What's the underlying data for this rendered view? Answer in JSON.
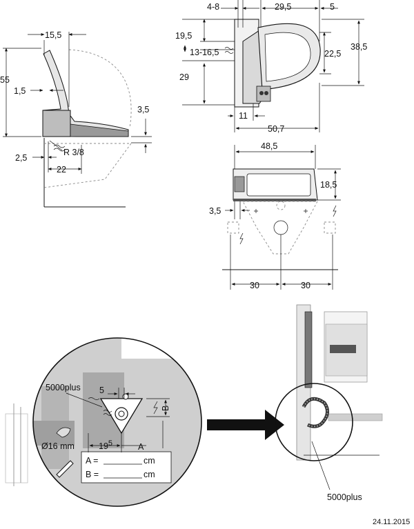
{
  "side_view": {
    "top_width": "15,5",
    "height": "55",
    "offset_back": "1,5",
    "gap": "3,5",
    "offset_left": "2,5",
    "thread": "R 3/8",
    "depth": "22"
  },
  "front_view": {
    "left_range": "4-8",
    "width_mid": "29,5",
    "right": "5",
    "upper": "19,5",
    "connection_range": "13-16,5",
    "lower": "29",
    "inner_height": "22,5",
    "total_height": "38,5",
    "bottom_small": "11",
    "depth_total": "50,7"
  },
  "plan_view": {
    "width": "48,5",
    "height": "18,5",
    "offset": "3,5",
    "left_spacing": "30",
    "right_spacing": "30"
  },
  "detail": {
    "label_5000plus": "5000plus",
    "dim_5": "5",
    "dim_b_label": "B",
    "dim_a_label": "A",
    "dim_19_main": "19",
    "dim_19_sup": "5",
    "diameter": "Ø16 mm",
    "a_line": "A = ",
    "a_unit": "cm",
    "b_line": "B = ",
    "b_unit": "cm"
  },
  "callout_5000plus": "5000plus",
  "date": "24.11.2015"
}
